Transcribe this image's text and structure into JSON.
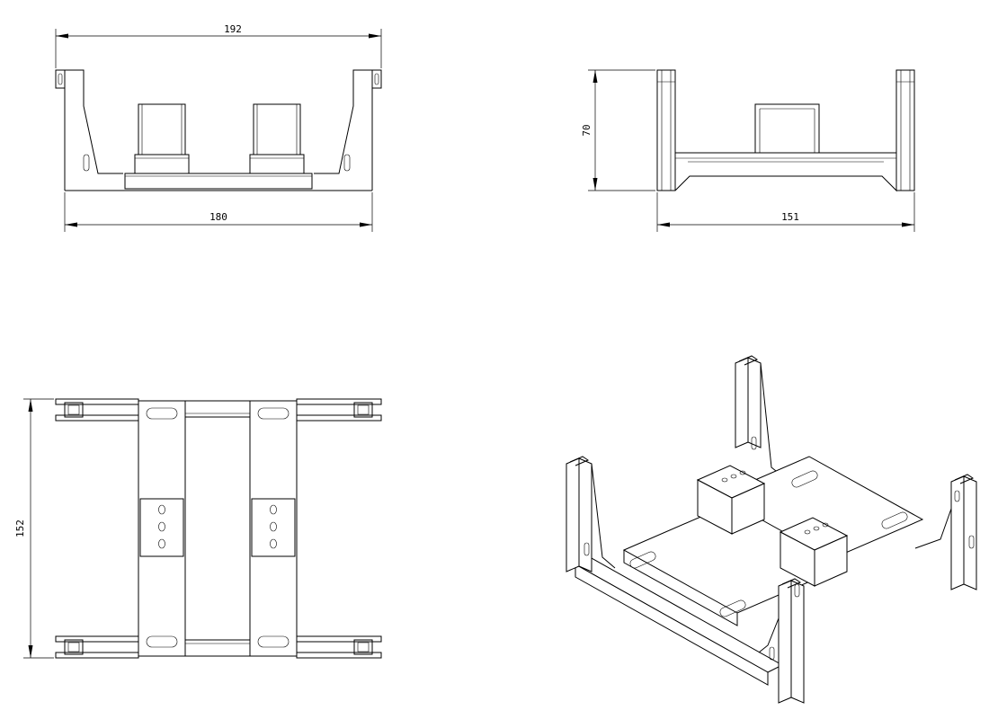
{
  "dimensions": {
    "front_top_width": "192",
    "front_bottom_width": "180",
    "side_height": "70",
    "side_width": "151",
    "top_height": "152"
  }
}
